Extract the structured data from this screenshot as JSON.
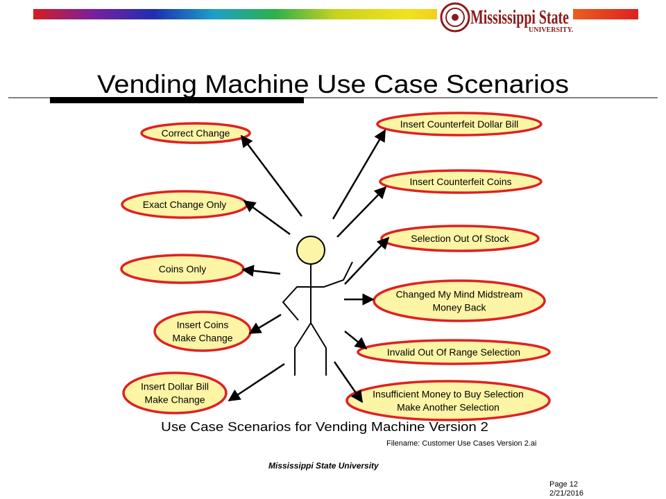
{
  "header": {
    "logo_text": "Mississippi State",
    "logo_subtext": "UNIVERSITY."
  },
  "title": "Vending Machine Use Case Scenarios",
  "use_cases": [
    {
      "id": "correct-change",
      "lines": [
        "Correct Change"
      ]
    },
    {
      "id": "exact-change-only",
      "lines": [
        "Exact Change Only"
      ]
    },
    {
      "id": "coins-only",
      "lines": [
        "Coins Only"
      ]
    },
    {
      "id": "insert-coins-make-change",
      "lines": [
        "Insert Coins",
        "Make Change"
      ]
    },
    {
      "id": "insert-dollar-bill-make-change",
      "lines": [
        "Insert Dollar Bill",
        "Make Change"
      ]
    },
    {
      "id": "insert-counterfeit-dollar-bill",
      "lines": [
        "Insert Counterfeit Dollar Bill"
      ]
    },
    {
      "id": "insert-counterfeit-coins",
      "lines": [
        "Insert Counterfeit Coins"
      ]
    },
    {
      "id": "selection-out-of-stock",
      "lines": [
        "Selection Out Of Stock"
      ]
    },
    {
      "id": "changed-my-mind",
      "lines": [
        "Changed My Mind Midstream",
        "Money Back"
      ]
    },
    {
      "id": "invalid-selection",
      "lines": [
        "Invalid Out Of Range Selection"
      ]
    },
    {
      "id": "insufficient-money",
      "lines": [
        "Insufficient Money to Buy Selection",
        "Make Another Selection"
      ]
    }
  ],
  "caption": "Use Case Scenarios for Vending Machine  Version 2",
  "filename": "Filename: Customer Use Cases Version 2.ai",
  "footer": "Mississippi State University",
  "page": "Page 12",
  "date": "2/21/2016",
  "colors": {
    "ellipse_fill": "#fdf5a6",
    "ellipse_stroke": "#e02020",
    "head_fill": "#fdf5a6",
    "logo_red": "#8b1a1a"
  }
}
